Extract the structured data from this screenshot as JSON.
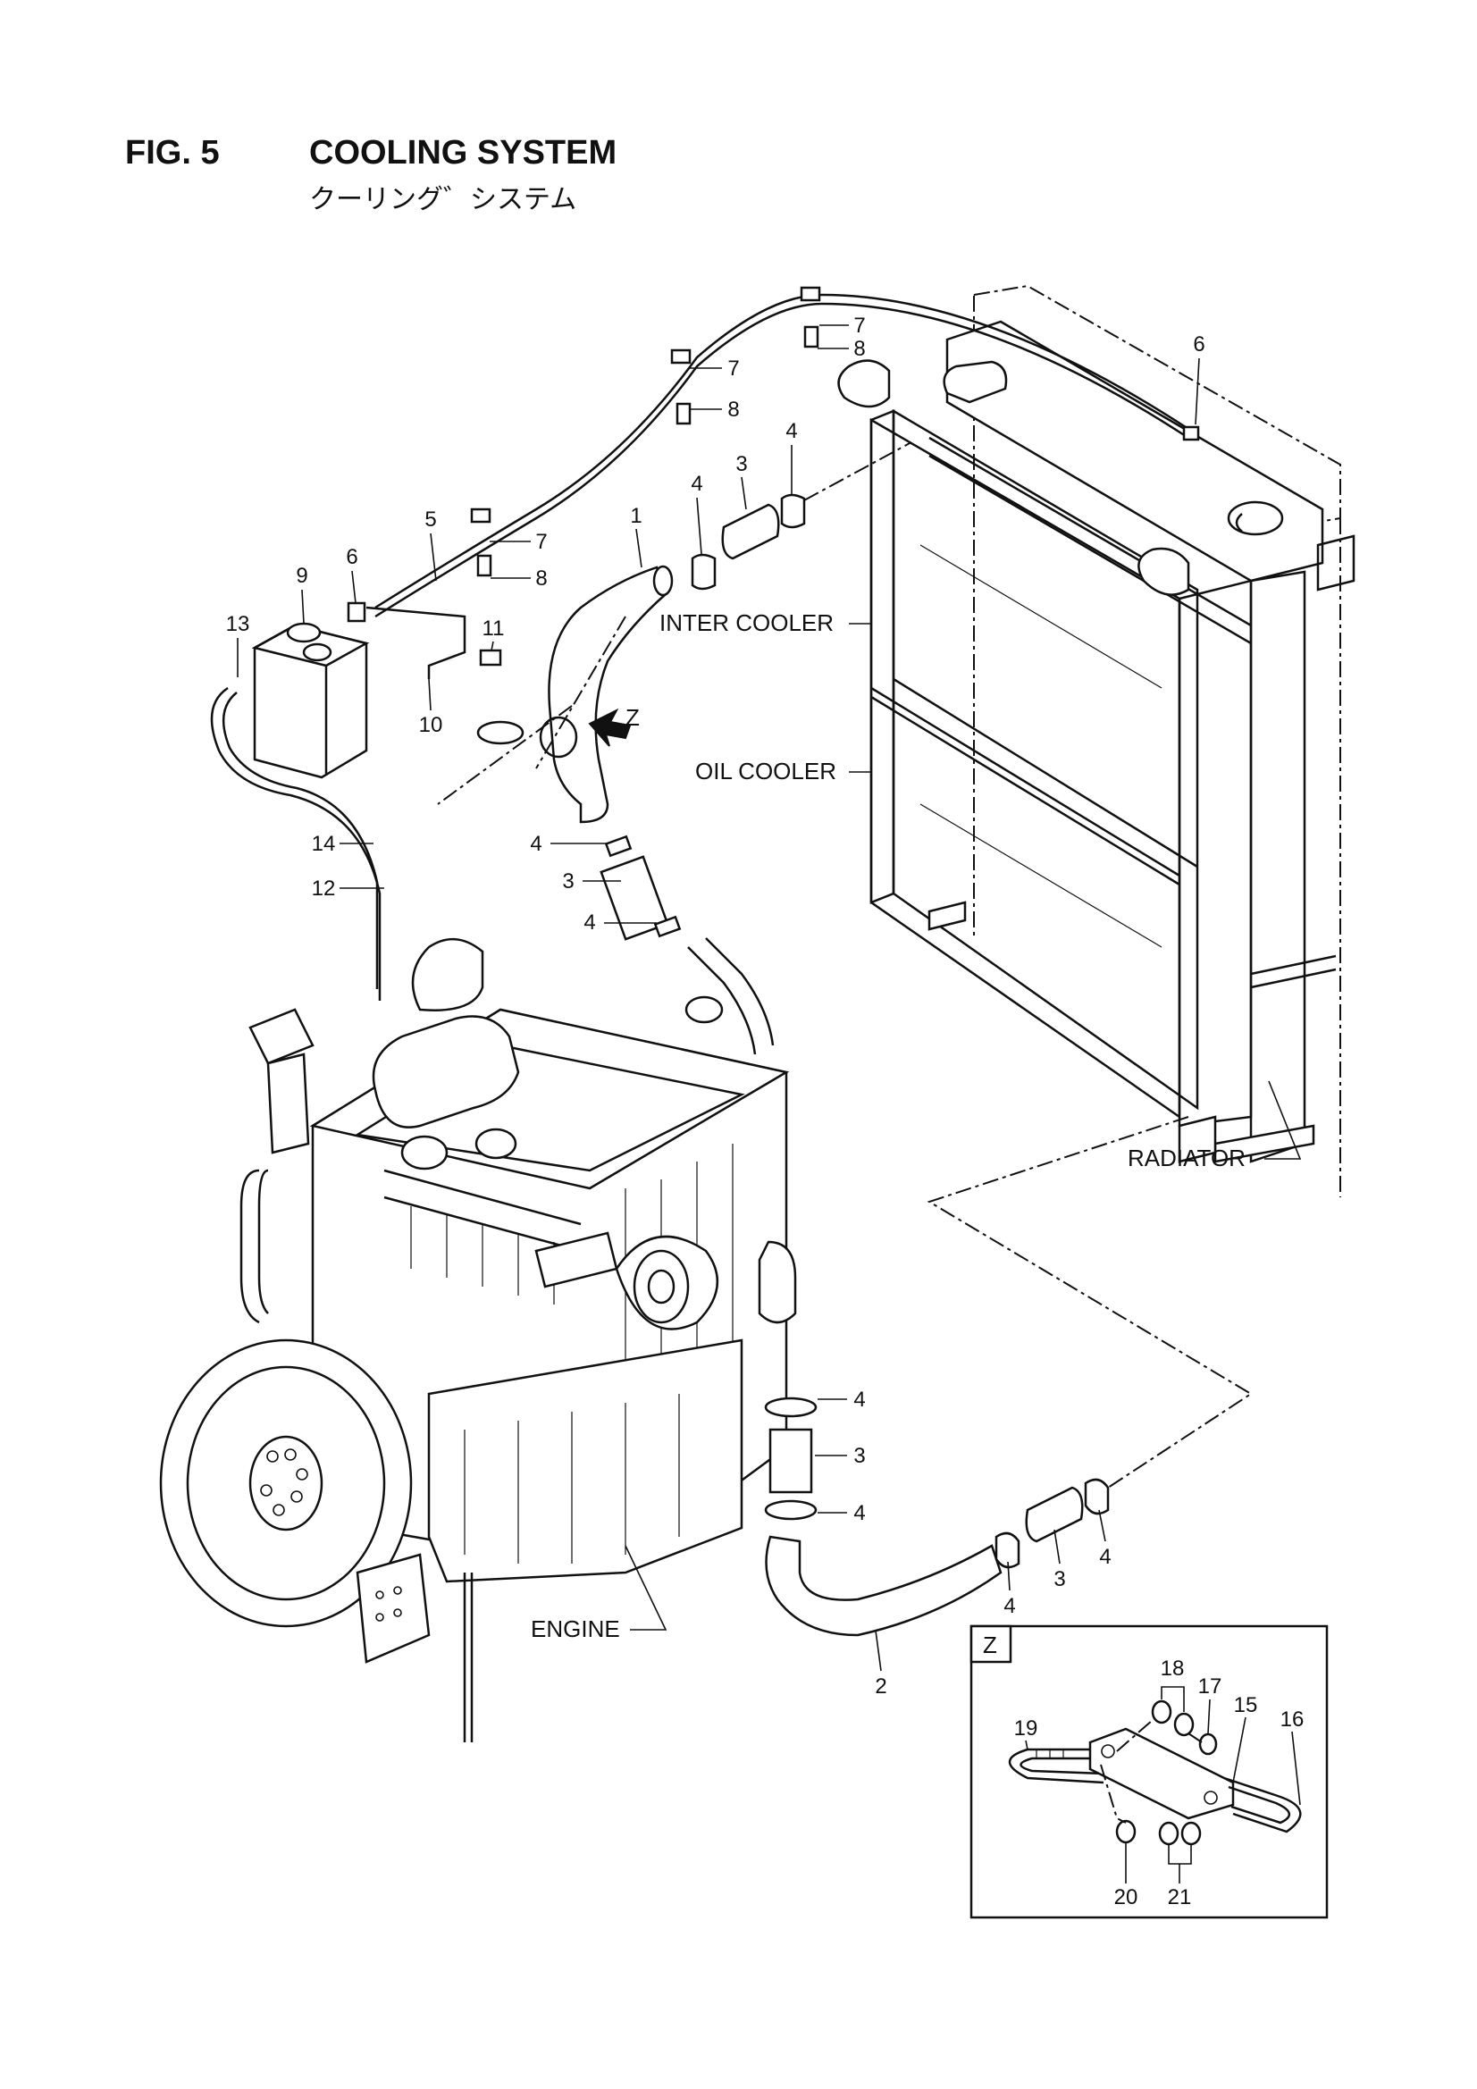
{
  "figure": {
    "number": "FIG. 5",
    "title": "COOLING SYSTEM",
    "subtitle": "クーリング゛システム"
  },
  "labels": {
    "inter_cooler": "INTER COOLER",
    "oil_cooler": "OIL COOLER",
    "radiator": "RADIATOR",
    "engine": "ENGINE"
  },
  "detail_view": {
    "title": "Z",
    "arrow_label": "Z"
  },
  "callouts": {
    "p1": "1",
    "p2": "2",
    "p3a": "3",
    "p3b": "3",
    "p3c": "3",
    "p3d": "3",
    "p4a": "4",
    "p4b": "4",
    "p4c": "4",
    "p4d": "4",
    "p4e": "4",
    "p4f": "4",
    "p4g": "4",
    "p4h": "4",
    "p5": "5",
    "p6a": "6",
    "p6b": "6",
    "p7a": "7",
    "p7b": "7",
    "p7c": "7",
    "p8a": "8",
    "p8b": "8",
    "p8c": "8",
    "p9": "9",
    "p10": "10",
    "p11": "11",
    "p12": "12",
    "p13": "13",
    "p14": "14",
    "p15": "15",
    "p16": "16",
    "p17": "17",
    "p18": "18",
    "p19": "19",
    "p20": "20",
    "p21": "21"
  }
}
